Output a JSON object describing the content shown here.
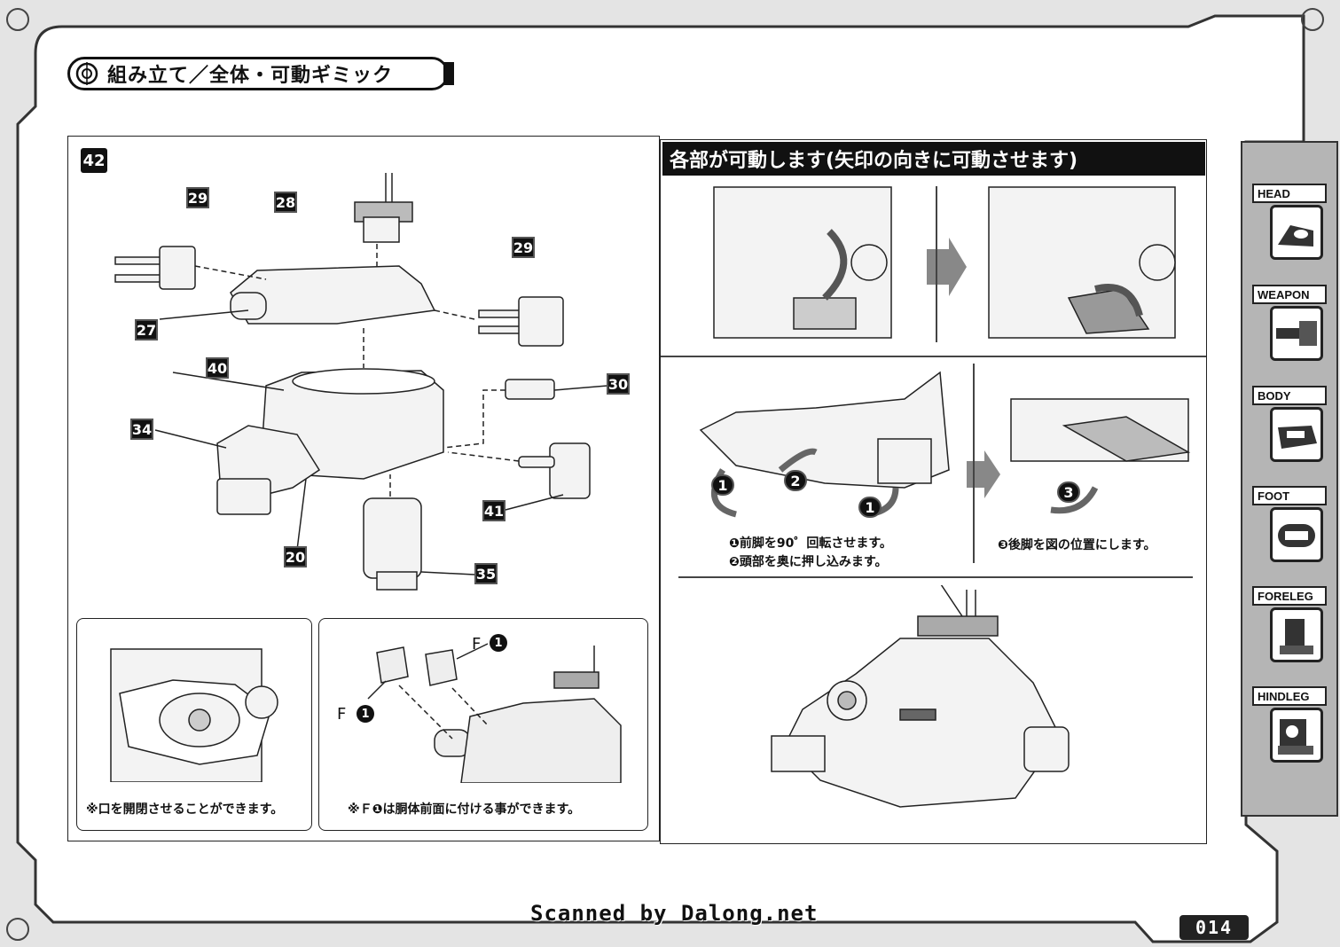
{
  "header": {
    "title": "組み立て／全体・可動ギミック"
  },
  "step": {
    "number": "42",
    "parts": [
      "29",
      "28",
      "29",
      "27",
      "40",
      "30",
      "34",
      "41",
      "20",
      "35"
    ]
  },
  "sub_notes": {
    "mouth_caption": "※口を開閉させることができます。",
    "f_caption": "※Ｆ❶は胴体前面に付ける事ができます。",
    "f_labels": [
      "F",
      "F"
    ],
    "f_badge": "1"
  },
  "gimmick": {
    "title": "各部が可動します(矢印の向きに可動させます)",
    "step_badges": [
      "1",
      "2",
      "1",
      "3"
    ],
    "caption_front": [
      "❶前脚を90゜回転させます。",
      "❷頭部を奥に押し込みます。"
    ],
    "caption_rear": "❸後脚を図の位置にします。"
  },
  "side_nav": [
    {
      "label": "HEAD",
      "icon": "head-icon"
    },
    {
      "label": "WEAPON",
      "icon": "weapon-icon"
    },
    {
      "label": "BODY",
      "icon": "body-icon"
    },
    {
      "label": "FOOT",
      "icon": "foot-icon"
    },
    {
      "label": "FORELEG",
      "icon": "foreleg-icon"
    },
    {
      "label": "HINDLEG",
      "icon": "hindleg-icon"
    }
  ],
  "footer": {
    "credit": "Scanned by Dalong.net",
    "page_number": "014"
  }
}
